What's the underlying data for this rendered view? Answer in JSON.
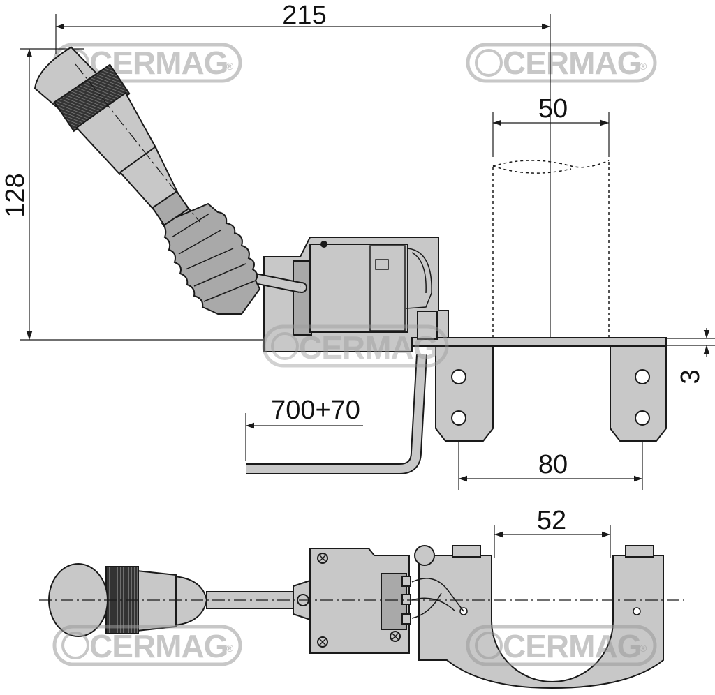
{
  "dimensions": {
    "overall_length": "215",
    "overall_height": "128",
    "tab_width": "50",
    "plate_thickness": "3",
    "cable_length": "700+70",
    "hole_spacing": "80",
    "slot_width": "52"
  },
  "watermark": {
    "brand": "CERMAG",
    "registered_mark": "®",
    "color": "#b0b0b0"
  },
  "colors": {
    "line": "#1a1a1a",
    "part_fill": "#c8c8c8",
    "part_dark": "#a9a9a9"
  }
}
